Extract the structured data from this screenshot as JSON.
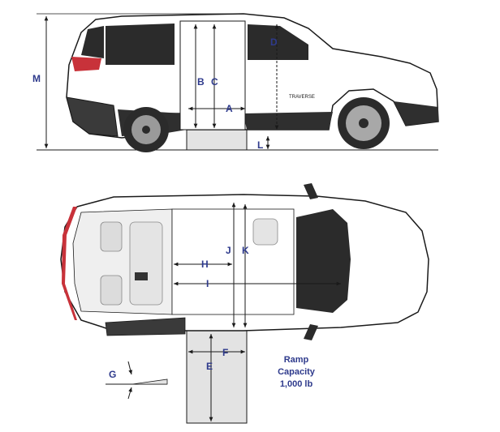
{
  "colors": {
    "label_color": "#2e3a8c",
    "line_color": "#1a1a1a",
    "ramp_fill": "#e3e3e3",
    "interior_fill": "#efefef",
    "glass_fill": "#2b2b2b",
    "taillight_red": "#c8323a"
  },
  "side_view": {
    "brand_badge_text": "TRAVERSE",
    "dimension_labels": {
      "a": "A",
      "b": "B",
      "c": "C",
      "d": "D",
      "l": "L",
      "m": "M"
    }
  },
  "top_view": {
    "dimension_labels": {
      "e": "E",
      "f": "F",
      "g": "G",
      "h": "H",
      "i": "I",
      "j": "J",
      "k": "K"
    }
  },
  "ramp_capacity": {
    "line1": "Ramp",
    "line2": "Capacity",
    "line3": "1,000 lb"
  }
}
